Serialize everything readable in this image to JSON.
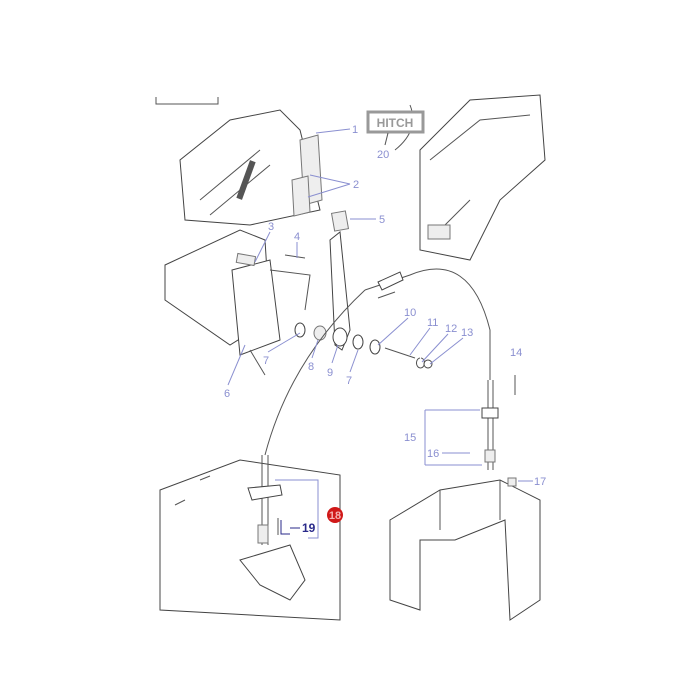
{
  "diagram": {
    "badge": {
      "text": "HITCH",
      "callout": "20"
    },
    "callouts": [
      "1",
      "2",
      "3",
      "4",
      "5",
      "6",
      "7",
      "7",
      "8",
      "9",
      "10",
      "11",
      "12",
      "13",
      "14",
      "15",
      "16",
      "17",
      "18",
      "19"
    ],
    "highlighted_callout": "18",
    "selected_subpart": "19",
    "colors": {
      "callout": "#8a8fd0",
      "highlight": "#d01818",
      "selected": "#2a2a8a"
    }
  }
}
